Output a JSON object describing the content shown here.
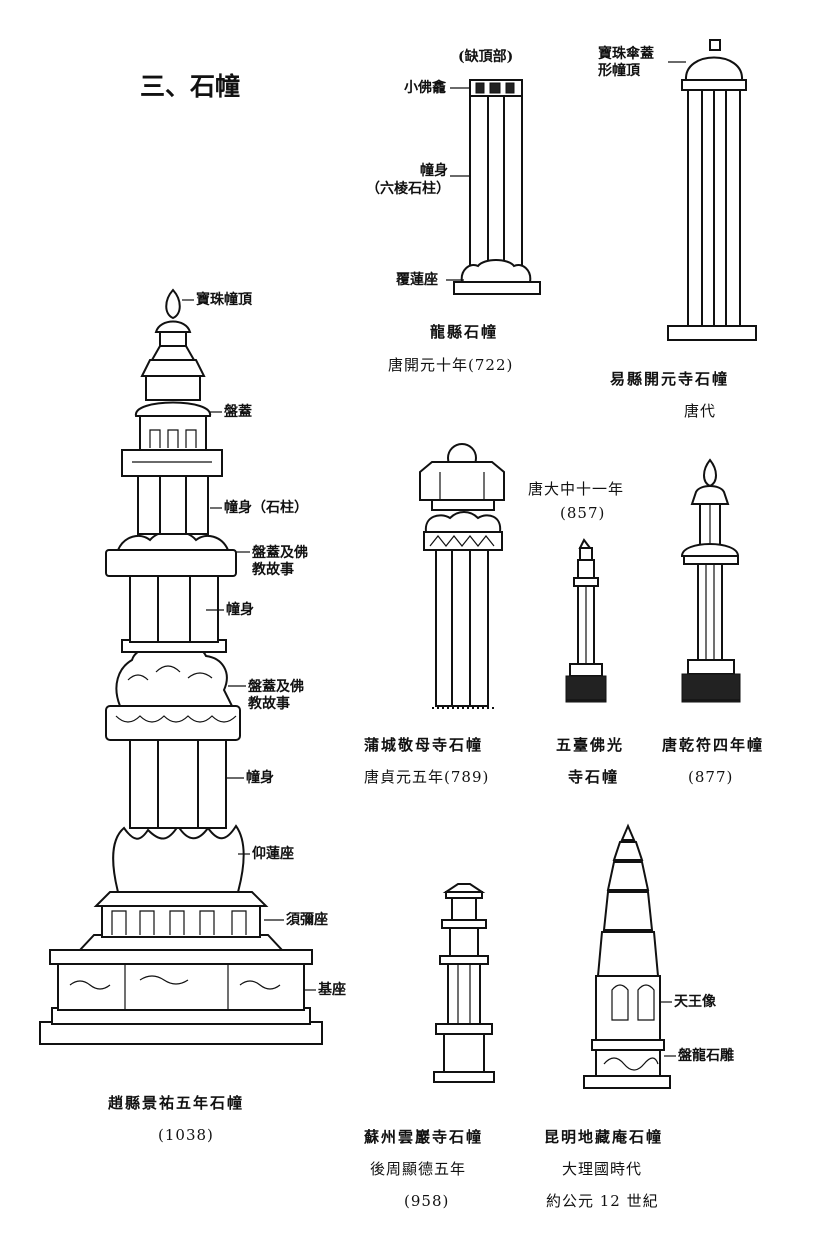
{
  "page_title": "三、石幢",
  "drawings": [
    {
      "key": "zhaoxian",
      "caption": [
        "趙縣景祐五年石幢",
        "(1038)"
      ],
      "labels": [
        "寶珠幢頂",
        "盤蓋",
        "幢身（石柱）",
        "盤蓋及佛\n教故事",
        "幢身",
        "盤蓋及佛\n教故事",
        "幢身",
        "仰蓮座",
        "須彌座",
        "基座"
      ]
    },
    {
      "key": "longxian",
      "caption": [
        "龍縣石幢",
        "唐開元十年(722)"
      ],
      "labels": [
        "(缺頂部)",
        "小佛龕",
        "幢身\n（六棱石柱）",
        "覆蓮座"
      ]
    },
    {
      "key": "yixian",
      "caption": [
        "易縣開元寺石幢",
        "唐代"
      ],
      "labels": [
        "寶珠傘蓋\n形幢頂"
      ]
    },
    {
      "key": "pucheng",
      "caption": [
        "蒲城敬母寺石幢",
        "唐貞元五年(789)"
      ],
      "labels": []
    },
    {
      "key": "wutai",
      "caption": [
        "五臺佛光",
        "寺石幢"
      ],
      "labels": [
        "唐大中十一年",
        "(857)"
      ]
    },
    {
      "key": "qianfu",
      "caption": [
        "唐乾符四年幢",
        "(877)"
      ],
      "labels": []
    },
    {
      "key": "suzhou",
      "caption": [
        "蘇州雲巖寺石幢",
        "後周顯德五年",
        "(958)"
      ],
      "labels": []
    },
    {
      "key": "kunming",
      "caption": [
        "昆明地藏庵石幢",
        "大理國時代",
        "約公元 12 世紀"
      ],
      "labels": [
        "天王像",
        "盤龍石雕"
      ]
    }
  ]
}
